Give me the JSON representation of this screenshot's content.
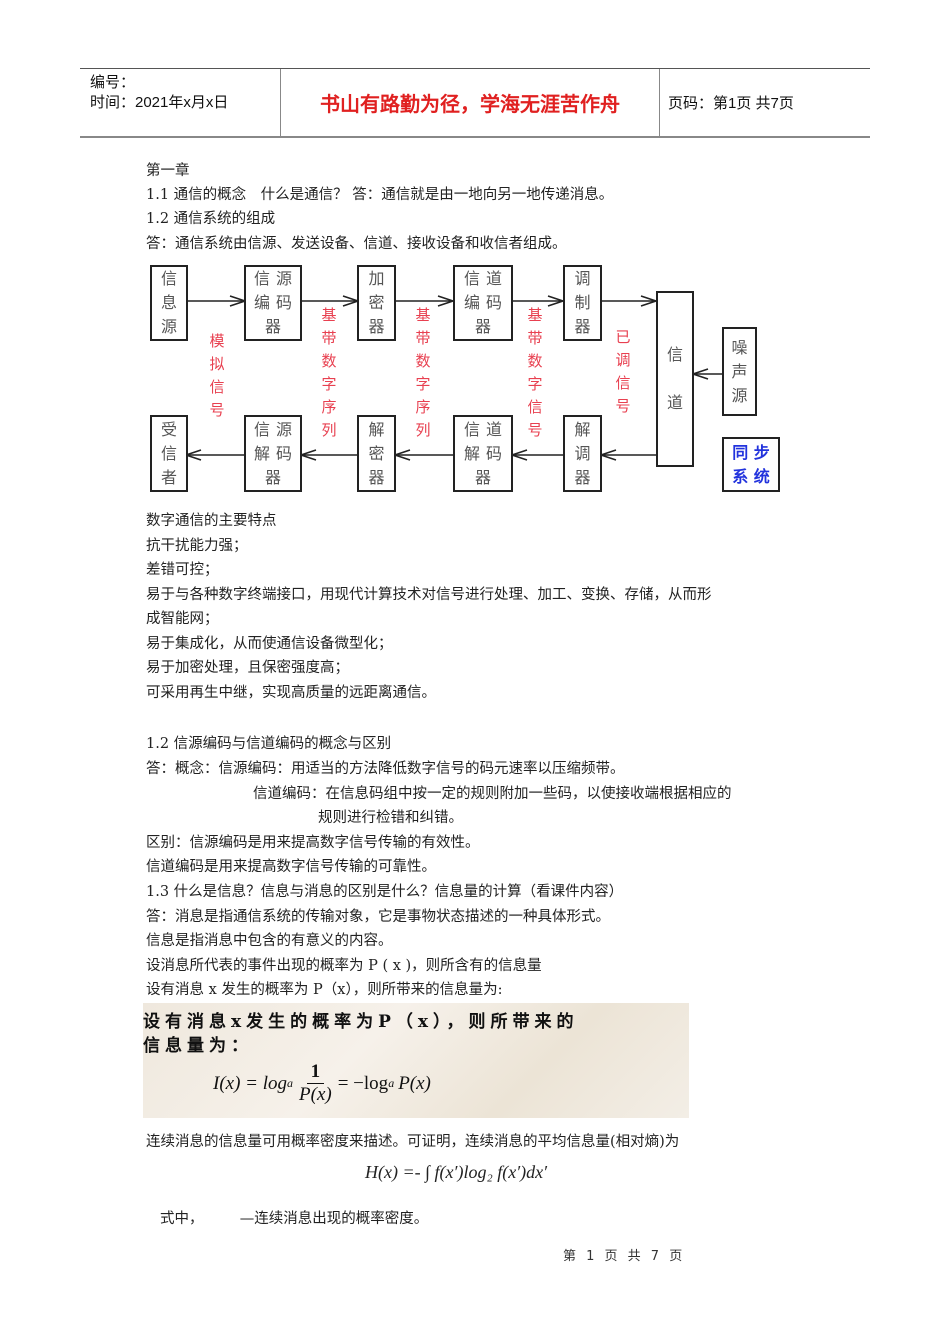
{
  "header": {
    "number_label": "编号：",
    "date_label": "时间：2021年x月x日",
    "motto": "书山有路勤为径，学海无涯苦作舟",
    "page_info": "页码：第1页  共7页"
  },
  "body": {
    "chapter": "第一章",
    "s1_1": "1.1 通信的概念　什么是通信？  答：通信就是由一地向另一地传递消息。",
    "s1_2": "1.2 通信系统的组成",
    "s1_2_answer": "答：通信系统由信源、发送设备、信道、接收设备和收信者组成。",
    "features_title": "数字通信的主要特点",
    "features": [
      "抗干扰能力强；",
      "差错可控；",
      "易于与各种数字终端接口，用现代计算技术对信号进行处理、加工、变换、存储，从而形",
      "成智能网；",
      "易于集成化，从而使通信设备微型化；",
      "易于加密处理，且保密强度高；",
      "可采用再生中继，实现高质量的远距离通信。"
    ],
    "s1_2b": "1.2 信源编码与信道编码的概念与区别",
    "concept_source": "答：概念：信源编码：用适当的方法降低数字信号的码元速率以压缩频带。",
    "concept_channel_1": "信道编码：在信息码组中按一定的规则附加一些码，以使接收端根据相应的",
    "concept_channel_2": "规则进行检错和纠错。",
    "diff_source": "区别：信源编码是用来提高数字信号传输的有效性。",
    "diff_channel": " 信道编码是用来提高数字信号传输的可靠性。",
    "s1_3": "1.3 什么是信息？信息与消息的区别是什么？信息量的计算（看课件内容）",
    "s1_3_answer": "答：消息是指通信系统的传输对象，它是事物状态描述的一种具体形式。",
    "info_def": "信息是指消息中包含的有意义的内容。",
    "prob_line": "设消息所代表的事件出现的概率为 P ( x )，则所含有的信息量",
    "prob_line2": "设有消息 x 发生的概率为 P（x），则所带来的信息量为:",
    "continuous": "连续消息的信息量可用概率密度来描述。可证明，连续消息的平均信息量(相对熵)为",
    "where": "式中，　　　—连续消息出现的概率密度。"
  },
  "formula_image": {
    "line1": "设有消息x发生的概率为P（x），则所带来的",
    "line2": "信息量为：",
    "lhs": "I(x) = log",
    "sub_a": "a",
    "num": "1",
    "den": "P(x)",
    "rhs": "= −log",
    "rhs_tail": "P(x)"
  },
  "entropy_formula": "H(x) =- ∫ f(x′)log₂ f(x′)dx′",
  "diagram": {
    "top_row": [
      {
        "id": "info-source",
        "lines": [
          "信",
          "息",
          "源"
        ]
      },
      {
        "id": "source-encoder",
        "lines": [
          "信源",
          "编码",
          "器"
        ]
      },
      {
        "id": "encryptor",
        "lines": [
          "加",
          "密",
          "器"
        ]
      },
      {
        "id": "channel-encoder",
        "lines": [
          "信道",
          "编码",
          "器"
        ]
      },
      {
        "id": "modulator",
        "lines": [
          "调",
          "制",
          "器"
        ]
      }
    ],
    "bottom_row": [
      {
        "id": "receiver",
        "lines": [
          "受",
          "信",
          "者"
        ]
      },
      {
        "id": "source-decoder",
        "lines": [
          "信源",
          "解码",
          "器"
        ]
      },
      {
        "id": "decryptor",
        "lines": [
          "解",
          "密",
          "器"
        ]
      },
      {
        "id": "channel-decoder",
        "lines": [
          "信道",
          "解码",
          "器"
        ]
      },
      {
        "id": "demodulator",
        "lines": [
          "解",
          "调",
          "器"
        ]
      }
    ],
    "channel": [
      "信",
      "道"
    ],
    "noise": [
      "噪",
      "声",
      "源"
    ],
    "sync": [
      "同 步",
      "系 统"
    ],
    "labels": [
      {
        "text": [
          "模",
          "拟",
          "信",
          "号"
        ]
      },
      {
        "text": [
          "基",
          "带",
          "数",
          "字",
          "序",
          "列"
        ]
      },
      {
        "text": [
          "基",
          "带",
          "数",
          "字",
          "序",
          "列"
        ]
      },
      {
        "text": [
          "基",
          "带",
          "数",
          "字",
          "信",
          "号"
        ]
      },
      {
        "text": [
          "已",
          "调",
          "信",
          "号"
        ]
      }
    ],
    "colors": {
      "label": "#e84050",
      "sync": "#2233dd",
      "box_text": "#555555"
    }
  },
  "footer": {
    "page": "第 1 页 共 7 页"
  }
}
